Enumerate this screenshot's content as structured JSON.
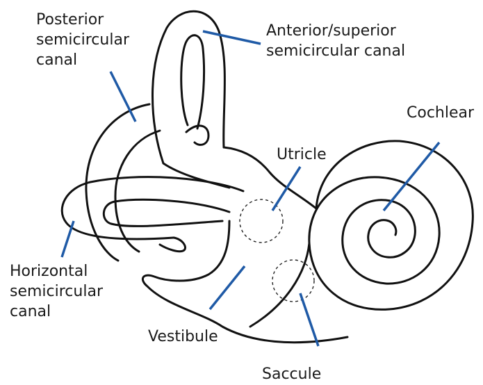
{
  "labels": {
    "posterior": [
      "Posterior",
      "semicircular",
      "canal"
    ],
    "anterior": [
      "Anterior/superior",
      "semicircular canal"
    ],
    "cochlear": [
      "Cochlear"
    ],
    "utricle": [
      "Utricle"
    ],
    "horizontal": [
      "Horizontal",
      "semicircular",
      "canal"
    ],
    "vestibule": [
      "Vestibule"
    ],
    "saccule": [
      "Saccule"
    ]
  },
  "colors": {
    "leader": "#1f5aa6",
    "outline": "#111111"
  }
}
